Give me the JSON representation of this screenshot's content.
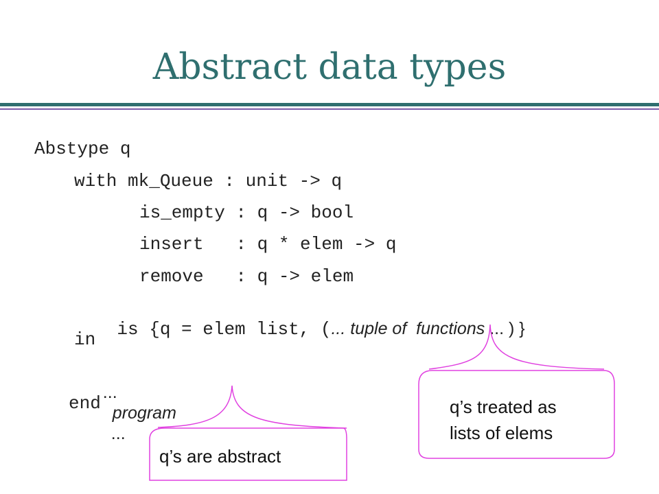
{
  "title": "Abstract data types",
  "code": {
    "line1": "Abstype q",
    "line2": "with mk_Queue : unit -> q",
    "line3": "is_empty : q -> bool",
    "line4": "insert   : q * elem -> q",
    "line5": "remove   : q -> elem",
    "line6_code": "is {q = elem list, (",
    "line6_italic": "... tuple of  functions",
    "line6_tail": "... ) }",
    "line7": "in",
    "line8_dots1": "...",
    "line8_program": "program",
    "line8_dots2": "...",
    "line9": "end"
  },
  "callouts": {
    "abstract": "q’s are abstract",
    "treated_line1": "q’s treated as",
    "treated_line2": "lists of elems"
  },
  "colors": {
    "title": "#2f6f6f",
    "rule_teal": "#2f6f6f",
    "rule_purple": "#7a5aa8",
    "callout_outline": "#e040e0"
  }
}
